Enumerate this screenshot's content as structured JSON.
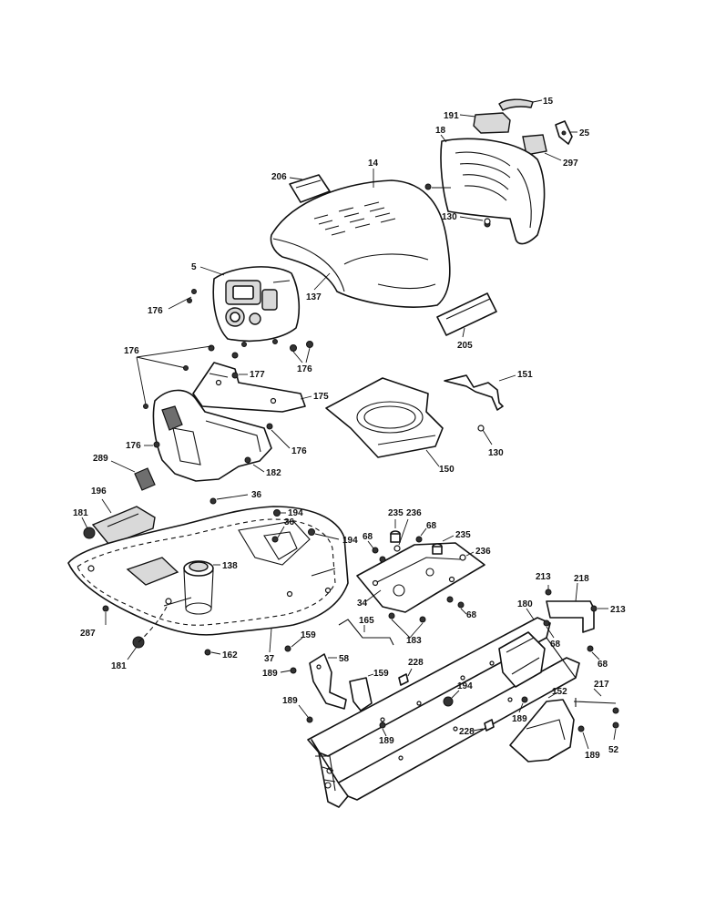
{
  "callouts": {
    "c15": "15",
    "c191": "191",
    "c25": "25",
    "c18": "18",
    "c297": "297",
    "c206": "206",
    "c14": "14",
    "c130a": "130",
    "c5": "5",
    "c176a": "176",
    "c137": "137",
    "c205": "205",
    "c176b": "176",
    "c176c": "176",
    "c177": "177",
    "c175": "175",
    "c151": "151",
    "c130b": "130",
    "c176d": "176",
    "c176e": "176",
    "c289": "289",
    "c182": "182",
    "c150": "150",
    "c196": "196",
    "c36a": "36",
    "c181a": "181",
    "c194a": "194",
    "c36b": "36",
    "c194b": "194",
    "c235a": "235",
    "c236a": "236",
    "c68a": "68",
    "c68b": "68",
    "c235b": "235",
    "c236b": "236",
    "c138": "138",
    "c213a": "213",
    "c218": "218",
    "c34": "34",
    "c68c": "68",
    "c180": "180",
    "c213b": "213",
    "c165": "165",
    "c183": "183",
    "c287": "287",
    "c68d": "68",
    "c159a": "159",
    "c68e": "68",
    "c37": "37",
    "c162": "162",
    "c58": "58",
    "c228a": "228",
    "c181b": "181",
    "c189a": "189",
    "c159b": "159",
    "c217": "217",
    "c152": "152",
    "c194c": "194",
    "c189b": "189",
    "c189c": "189",
    "c189d": "189",
    "c228b": "228",
    "c52": "52",
    "c189e": "189"
  }
}
